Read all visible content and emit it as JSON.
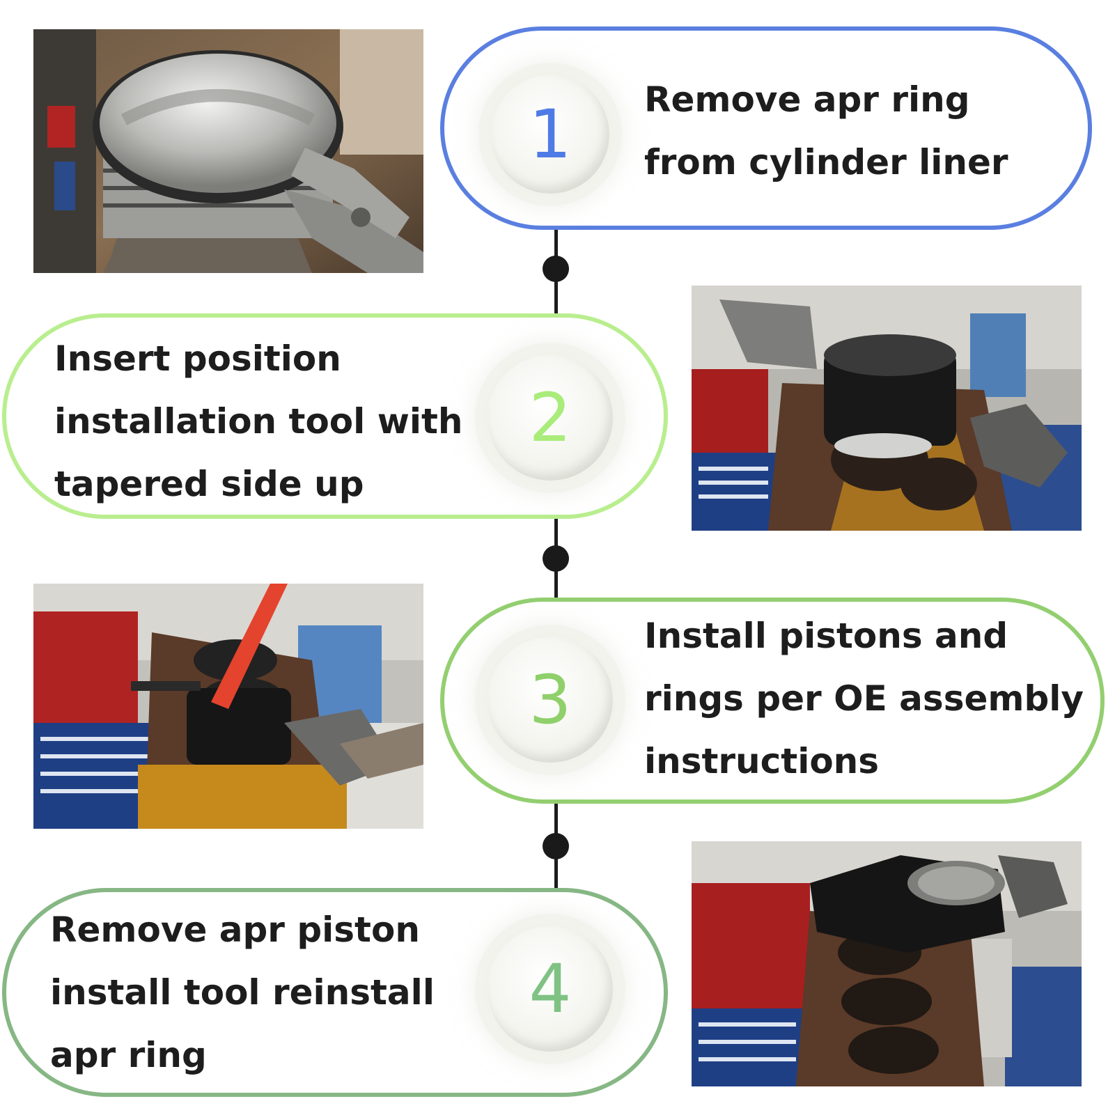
{
  "steps": [
    {
      "number": "1",
      "lines": [
        "Remove apr ring",
        "from cylinder liner"
      ],
      "color": "#5a7fe0",
      "number_color": "#4f7be6"
    },
    {
      "number": "2",
      "lines": [
        "Insert position",
        "installation tool with",
        "tapered side up"
      ],
      "color": "#b9ee8f",
      "number_color": "#a9ec7a"
    },
    {
      "number": "3",
      "lines": [
        "Install pistons and",
        "rings per OE assembly",
        "instructions"
      ],
      "color": "#93cf70",
      "number_color": "#8fd06a"
    },
    {
      "number": "4",
      "lines": [
        "Remove apr piston",
        "install tool reinstall",
        "apr ring"
      ],
      "color": "#86b784",
      "number_color": "#7fc283"
    }
  ],
  "photos": [
    {
      "icon": "piston-ring-pliers-photo"
    },
    {
      "icon": "install-tool-on-engine-photo"
    },
    {
      "icon": "hammer-piston-into-block-photo"
    },
    {
      "icon": "remove-install-tool-photo"
    }
  ],
  "colors": {
    "timeline": "#1c1c1c",
    "text": "#1d1d1d"
  }
}
